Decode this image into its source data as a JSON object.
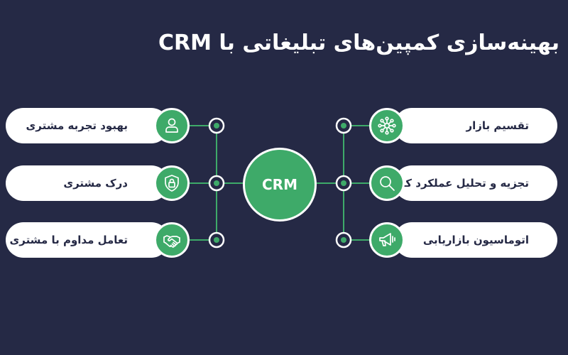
{
  "title": "بهینه‌سازی کمپین‌های تبلیغاتی با CRM",
  "center": {
    "label": "CRM"
  },
  "left_items": [
    {
      "label": "بهبود تجربه مشتری",
      "icon": "user-icon"
    },
    {
      "label": "درک مشتری",
      "icon": "lock-shield-icon"
    },
    {
      "label": "تعامل مداوم با مشتری",
      "icon": "handshake-icon"
    }
  ],
  "right_items": [
    {
      "label": "تقسیم بازار",
      "icon": "network-icon"
    },
    {
      "label": "تجزیه و تحلیل عملکرد کمپین",
      "icon": "search-icon"
    },
    {
      "label": "اتوماسیون بازاریابی",
      "icon": "megaphone-icon"
    }
  ],
  "colors": {
    "background": "#252945",
    "accent": "#3eaa69",
    "pill": "#ffffff",
    "line": "#3eaa69"
  }
}
